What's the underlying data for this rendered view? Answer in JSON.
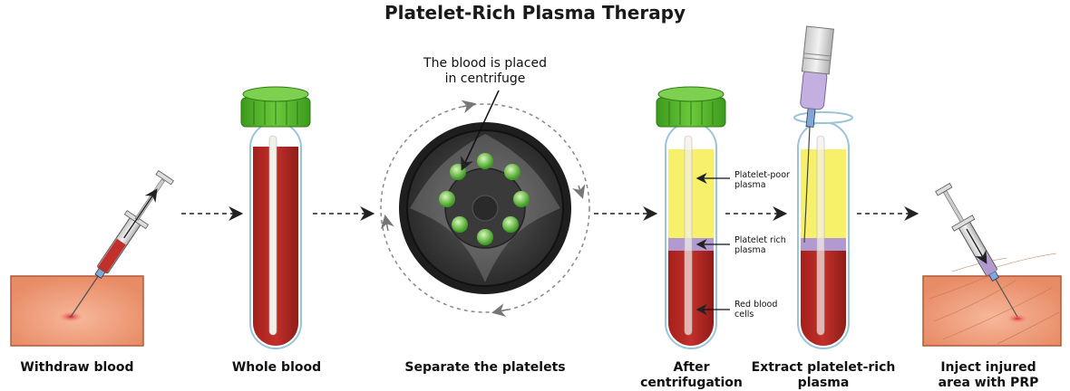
{
  "title": "Platelet-Rich Plasma Therapy",
  "steps": [
    {
      "label": "Withdraw blood"
    },
    {
      "label": "Whole blood"
    },
    {
      "label": "Separate the platelets"
    },
    {
      "label_line1": "After",
      "label_line2": "centrifugation"
    },
    {
      "label_line1": "Extract platelet-rich",
      "label_line2": "plasma"
    },
    {
      "label_line1": "Inject injured",
      "label_line2": "area with PRP"
    }
  ],
  "centrifuge_callout": {
    "line1": "The blood is placed",
    "line2": "in centrifuge"
  },
  "layer_labels": {
    "plasma_poor": {
      "line1": "Platelet-poor",
      "line2": "plasma"
    },
    "plasma_rich": {
      "line1": "Platelet rich",
      "line2": "plasma"
    },
    "red_cells": {
      "line1": "Red blood",
      "line2": "cells"
    }
  },
  "colors": {
    "blood": "#b52a24",
    "plasma": "#f6f06a",
    "prp_layer": "#b29ad0",
    "cap_green": "#55b82e",
    "skin": "#f0a27e"
  }
}
